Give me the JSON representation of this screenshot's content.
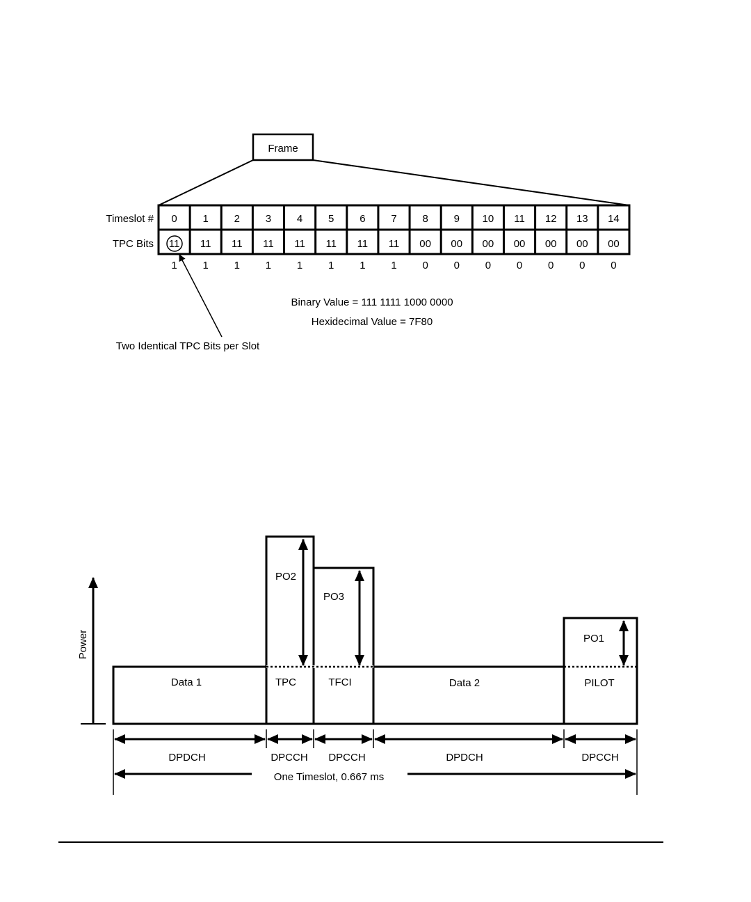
{
  "frame_diagram": {
    "frame_label": "Frame",
    "row_label_timeslot": "Timeslot #",
    "row_label_tpc": "TPC Bits",
    "timeslots": [
      "0",
      "1",
      "2",
      "3",
      "4",
      "5",
      "6",
      "7",
      "8",
      "9",
      "10",
      "11",
      "12",
      "13",
      "14"
    ],
    "tpc_bits": [
      "11",
      "11",
      "11",
      "11",
      "11",
      "11",
      "11",
      "11",
      "00",
      "00",
      "00",
      "00",
      "00",
      "00",
      "00"
    ],
    "bit_values": [
      "1",
      "1",
      "1",
      "1",
      "1",
      "1",
      "1",
      "1",
      "0",
      "0",
      "0",
      "0",
      "0",
      "0",
      "0"
    ],
    "binary_value": "Binary Value = 111 1111 1000 0000",
    "hex_value": "Hexidecimal Value = 7F80",
    "callout": "Two Identical TPC Bits per Slot"
  },
  "power_diagram": {
    "y_axis_label": "Power",
    "fields": {
      "data1": "Data 1",
      "tpc": "TPC",
      "tfci": "TFCI",
      "data2": "Data 2",
      "pilot": "PILOT"
    },
    "offsets": {
      "po1": "PO1",
      "po2": "PO2",
      "po3": "PO3"
    },
    "channels": [
      "DPDCH",
      "DPCCH",
      "DPCCH",
      "DPDCH",
      "DPCCH"
    ],
    "timeslot_label": "One Timeslot, 0.667 ms"
  }
}
